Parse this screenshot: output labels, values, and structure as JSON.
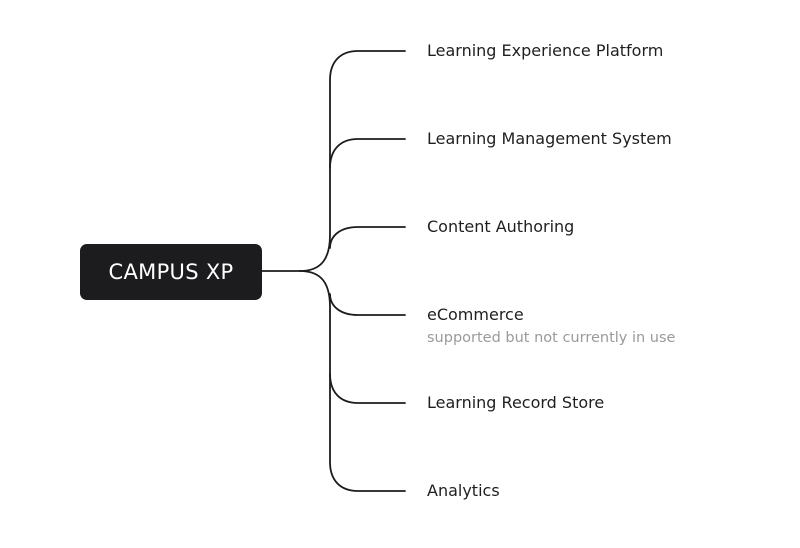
{
  "root": {
    "label": "CAMPUS XP"
  },
  "branches": [
    {
      "label": "Learning Experience Platform",
      "note": ""
    },
    {
      "label": "Learning Management System",
      "note": ""
    },
    {
      "label": "Content Authoring",
      "note": ""
    },
    {
      "label": "eCommerce",
      "note": "supported but not currently in use"
    },
    {
      "label": "Learning Record Store",
      "note": ""
    },
    {
      "label": "Analytics",
      "note": ""
    }
  ],
  "colors": {
    "root_fill": "#1c1c1e",
    "connector": "#1c1c1e",
    "note_text": "#9a9a9a"
  }
}
